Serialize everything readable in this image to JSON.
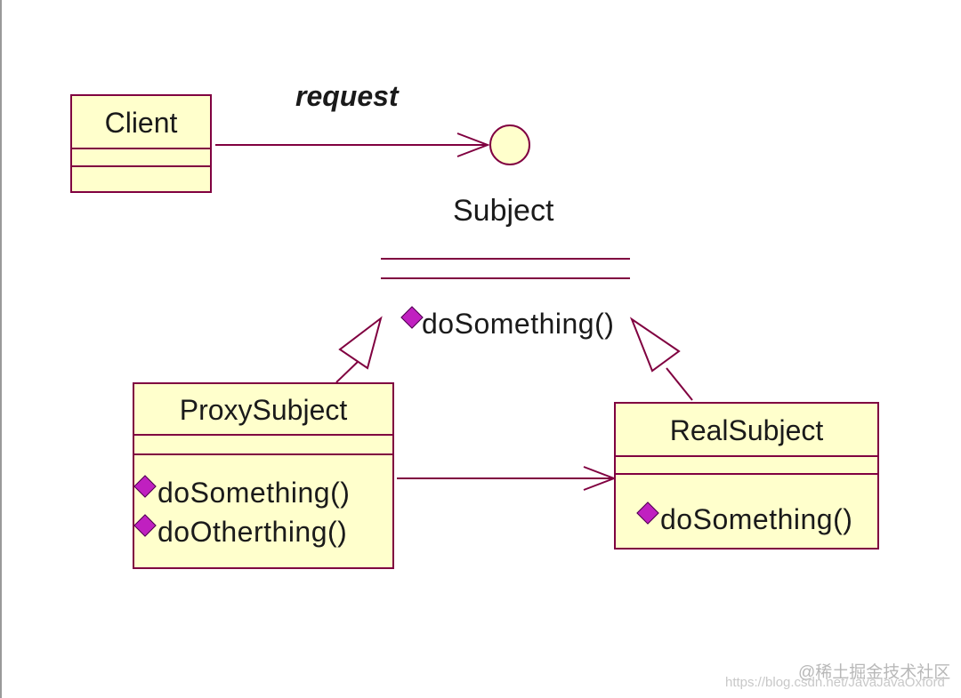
{
  "diagram": {
    "classes": {
      "client": {
        "name": "Client"
      },
      "proxy": {
        "name": "ProxySubject",
        "operations": [
          "doSomething()",
          "doOtherthing()"
        ]
      },
      "real": {
        "name": "RealSubject",
        "operations": [
          "doSomething()"
        ]
      }
    },
    "interface": {
      "name": "Subject",
      "operations": [
        "doSomething()"
      ]
    },
    "association_label": "request"
  },
  "watermark": {
    "brand": "@稀土掘金技术社区",
    "url": "https://blog.csdn.net/JavaJavaOxford"
  },
  "colors": {
    "line": "#800040",
    "box_fill": "#ffffcc",
    "operation_icon": "#c020c0"
  }
}
